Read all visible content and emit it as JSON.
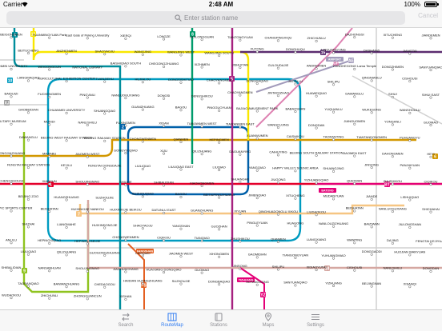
{
  "status_bar": {
    "carrier": "Carrier",
    "time": "2:48 AM",
    "battery_text": "100%",
    "battery_level": 1.0
  },
  "search": {
    "placeholder": "Enter station name",
    "cancel_label": "Cancel"
  },
  "map": {
    "lines": [
      {
        "id": "line-1",
        "color": "#e4002b",
        "badge": "1"
      },
      {
        "id": "line-2",
        "color": "#0060a9",
        "badge": "2"
      },
      {
        "id": "line-4",
        "color": "#008e9c",
        "badge": "4"
      },
      {
        "id": "line-5",
        "color": "#a6217f",
        "badge": "5"
      },
      {
        "id": "line-6",
        "color": "#d29700",
        "badge": "6"
      },
      {
        "id": "line-7",
        "color": "#f6c582",
        "badge": "7"
      },
      {
        "id": "line-8",
        "color": "#009b6b",
        "badge": "8"
      },
      {
        "id": "line-9",
        "color": "#8fc31f",
        "badge": "9"
      },
      {
        "id": "line-10",
        "color": "#009bc0",
        "badge": "10"
      },
      {
        "id": "line-13",
        "color": "#f9e700",
        "badge": "13"
      },
      {
        "id": "line-14",
        "color": "#d5a7a1",
        "badge": "14"
      },
      {
        "id": "line-15",
        "color": "#5b2c6f",
        "badge": "15"
      },
      {
        "id": "batong",
        "color": "#e40077",
        "badge": "BT"
      },
      {
        "id": "changping",
        "color": "#de82b2",
        "badge": "CP"
      },
      {
        "id": "fangshan",
        "color": "#e46022",
        "badge": "FS"
      },
      {
        "id": "yizhuang",
        "color": "#e40077",
        "badge": "YZ"
      },
      {
        "id": "airport",
        "color": "#a29bbb",
        "badge": "AE"
      },
      {
        "id": "xijiao",
        "color": "#9b9b9b",
        "badge": "XJ"
      }
    ],
    "tags": {
      "airport": "AIRPORT",
      "batong": "BATONG",
      "fangshan": "FANGSHAN",
      "yizhuang": "YIZHUANG"
    },
    "stations": [
      "BEIGONGMEN",
      "YUANMINGYUAN Park",
      "East Gate of Peking University",
      "XIERQI",
      "LONGZE",
      "HUILONGGUAN",
      "TIANTONGYUAN",
      "CHANGPINGXIQU",
      "ZHICHUNLU",
      "DAZHONGSI",
      "XITUCHENG",
      "JIANDEMEN",
      "BEITUCHENG",
      "ANZHENMEN",
      "SHAOYAOJU",
      "WANGJING",
      "WANGJING WEST",
      "WANGJING SOUTH",
      "FUTONG",
      "DONGHUQU",
      "LAIGUANGYING",
      "DASHANZI",
      "JIANGTAI",
      "HAIDIAN HUANGZHUANG",
      "RENMIN UNIVERSITY",
      "WEIGONGCUN",
      "NATIONAL LIBRARY",
      "BAISHIQIAO SOUTH",
      "CHEGONGZHUANG",
      "XIZHIMEN",
      "JISHUITAN",
      "GULOUDAJIE",
      "ANDINGMEN",
      "YONGHEGONG Lama Temple",
      "DONGZHIMEN",
      "SANYUANQIAO",
      "LIANGMAQIAO",
      "AGRICULTURAL EXHIBITION CENTER",
      "TUANJIEHU",
      "HUJIALOU",
      "DONGSISHITIAO",
      "CHAOYANGMEN",
      "DONGDAQIAO",
      "JINTAI LU",
      "SHILIPU",
      "QINGNIANLU",
      "CISHOUSI",
      "HUAYUANQIAO",
      "BAIDUIZI",
      "FUCHENGMEN",
      "PING'ANLI",
      "NANLUOGUXIANG",
      "DONGSI",
      "DENGSHIKOU",
      "CHAOYANGMEN",
      "JINTAIXIZHAO",
      "HUAWEIQIAO",
      "DAWANGLU",
      "SIHUI",
      "SIHUI EAST",
      "GAOBEIDIAN",
      "CHUANMEI UNIVERSITY",
      "SHUANGQIAO",
      "GUANZHUANG",
      "BAGOU",
      "PINGGUOYUAN",
      "BAJIAO AMUSEMENT PARK",
      "BABAOSHAN",
      "YUQUANLU",
      "WUKESONG",
      "WANSHOULU",
      "GONGZHUFEN",
      "MILITARY MUSEUM",
      "MUXIDI",
      "NANLISHILU",
      "FUXINGMEN",
      "XIDAN",
      "TIAN'ANMEN WEST",
      "TIAN'ANMEN EAST",
      "WANGFUJING",
      "DONGDAN",
      "JIANGUOMEN",
      "YONGANLI",
      "GUOMAO",
      "DAWANGLU",
      "BEIJING WEST RAILWAY STATION",
      "BEIJING RAILWAY STATION",
      "CHONGWENMEN",
      "QIANMEN",
      "HEPINGMEN",
      "XUANWUMEN",
      "CAISHIKOU",
      "TAORANTING",
      "TIANTANDONGMEN",
      "PUHUANGYU",
      "LIUJIAYAO",
      "SONGJIAZHUANG",
      "MAJIABU",
      "JIAOMEN WEST",
      "GONGYIXIQIAO",
      "XIJU",
      "QILIZHUANG",
      "DAGUANYING",
      "CAIHUYING",
      "BEIJING SOUTH RAILWAY STATION",
      "JIAOMEN EAST",
      "DAHONGMEN",
      "HEYI",
      "FENGTAI RAILWAY STATION",
      "KEYILU",
      "FENGTAI DONGDAJIE",
      "LIULIQIAO",
      "LIULIQIAO EAST",
      "LIUQIAO",
      "YANGQIAO",
      "HAPPY VALLEY SCENIC AREA",
      "SHUANGJING",
      "JINSONG",
      "PANJIAYUAN",
      "FENZHONGSI",
      "CHENGSHOUSI",
      "XIAOCUN",
      "SHOUJINGMAO",
      "SHILIHE",
      "SHIBALIDIAN",
      "XIAOHONGMEN",
      "SHUANGHE",
      "JIUGONG",
      "YIZHUANGQIAO",
      "QIAOWAN",
      "ZHUSHIKOU",
      "CIQIKOU",
      "BEIJING ZOO",
      "HUANGZHUANG",
      "SUZHOUJIE",
      "SUZHOUQIAO",
      "BAGOU",
      "BEITAIPINGZHUANG",
      "JIMENQIAO",
      "XITUCHENG",
      "MUDANYUAN",
      "JIANDE",
      "LISHUIQIAO",
      "OLYMPIC GREEN",
      "OLYMPIC SPORTS CENTER",
      "BEISHATAN",
      "HUIXINXIJIE NANKOU",
      "HUIXINXIJIE BEIKOU",
      "DATUNLU EAST",
      "GUANZHUANG",
      "XIYUAN",
      "QINGHUADONGLU XIKOU",
      "LIUDAOKOU",
      "BEISHATAN",
      "NANLUOGUXIANG",
      "SHICHAHAI",
      "SHIZHAI",
      "LIANGMAHE",
      "HUIXINDONGJIE",
      "SHAOYAOJU",
      "YANGSHAN",
      "GUOZHAN",
      "PINGLEYUAN",
      "HUAGONG",
      "NANLOUZIZHUANG",
      "BAIZIWAN",
      "JIULONGSHAN",
      "ANHUAQIAO",
      "ANLILU",
      "HEPINGXIQIAO",
      "HEPINGLI BEIJIE",
      "CHONGWENMEN",
      "CIQIKOU",
      "TIANQIAO",
      "ZHUSHIKOU",
      "QIANMEN",
      "LIANGXIANG",
      "WANPING",
      "DAJING",
      "FENGTAI KEJIYUAN",
      "LIULIQIAO",
      "QILIZHUANG",
      "GUOGONGZHUANG",
      "CAOQIAO",
      "JIAOMEN WEST",
      "XIHONGMEN",
      "GAOMIDIAN",
      "TIANGONGYUAN",
      "YUHUANGMIAO",
      "DONGGAODI",
      "HUOJIAN WANYUAN",
      "DAHONGMEN",
      "SHIBALIDIAN",
      "NANSANHUAN",
      "SHOUJINGMAO",
      "JIAOHUACHANG",
      "HUAXIANG DONGQIAO",
      "GUOMAO",
      "JINSONG",
      "SHILIPU",
      "XIDIAOYUTAI",
      "CISHOUSI",
      "NANLISHILU",
      "DONGDAN",
      "TAORANQIAO",
      "BAIWANZHUANG",
      "CHEDAOGOU",
      "HAIDIAN HUANGZHUANG",
      "SUZHOUJIE",
      "DONGBAQIAO",
      "TAIYANGGONG",
      "SANYUANQIAO",
      "YIZHUANG",
      "BEIJINGNAN",
      "XISANQI",
      "SHANGDI",
      "WUDAOKOU",
      "ZHICHUNLI",
      "ZHONGGUANCUN",
      "XISHAN"
    ]
  },
  "tabs": [
    {
      "id": "search",
      "label": "Search",
      "icon": "swap-arrows-icon"
    },
    {
      "id": "routemap",
      "label": "RouteMap",
      "icon": "map-grid-icon"
    },
    {
      "id": "stations",
      "label": "Stations",
      "icon": "book-icon"
    },
    {
      "id": "maps",
      "label": "Maps",
      "icon": "location-pin-icon"
    },
    {
      "id": "settings",
      "label": "Settings",
      "icon": "settings-list-icon"
    }
  ],
  "active_tab": "routemap"
}
